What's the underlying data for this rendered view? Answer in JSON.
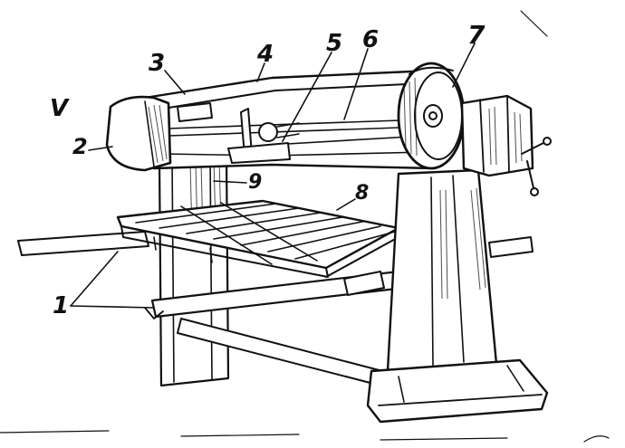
{
  "figure": {
    "labels": [
      {
        "id": "1",
        "text": "1"
      },
      {
        "id": "2",
        "text": "2"
      },
      {
        "id": "3",
        "text": "3"
      },
      {
        "id": "4",
        "text": "4"
      },
      {
        "id": "5",
        "text": "5"
      },
      {
        "id": "6",
        "text": "6"
      },
      {
        "id": "7",
        "text": "7"
      },
      {
        "id": "8",
        "text": "8"
      },
      {
        "id": "9",
        "text": "9"
      }
    ],
    "margin_mark": "V",
    "ink_color": "#111111",
    "background_color": "#ffffff"
  }
}
